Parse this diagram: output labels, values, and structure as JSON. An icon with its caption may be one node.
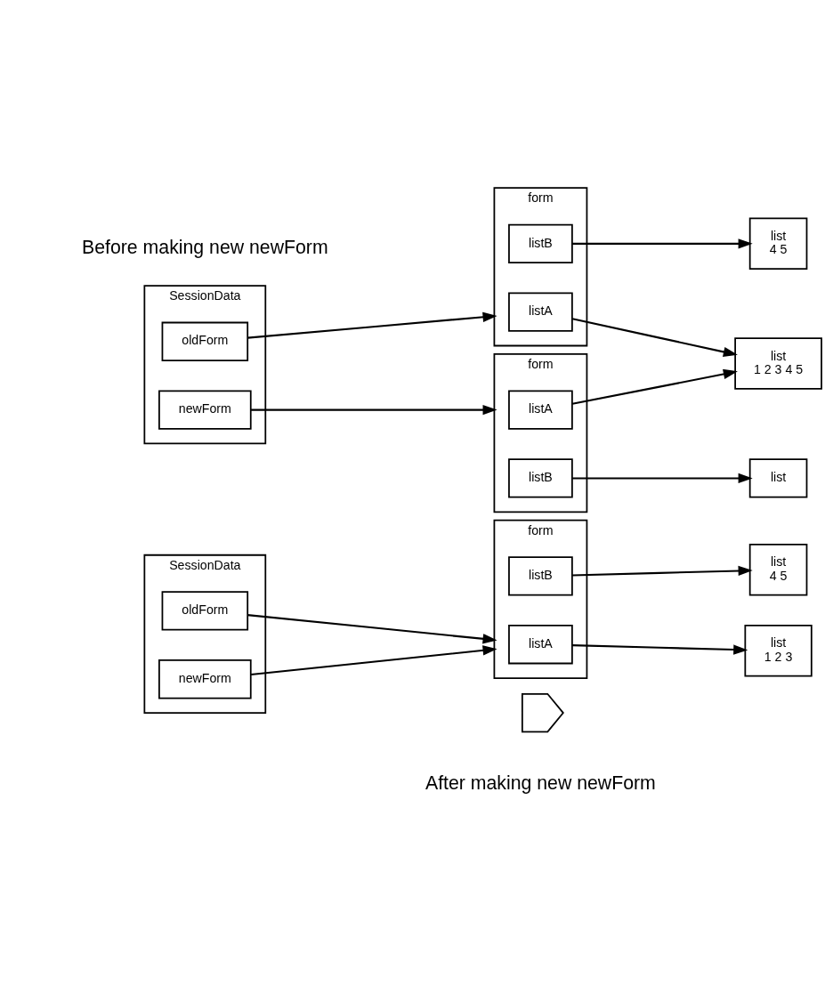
{
  "diagram": {
    "nodes": [
      {
        "text": [
          "SessionData"
        ]
      },
      {
        "text": [
          "oldForm"
        ],
        "in": 0
      },
      {
        "text": [
          "newForm"
        ],
        "in": 0
      },
      {
        "text": [
          "form"
        ]
      },
      {
        "text": [
          "listA"
        ],
        "in": 3
      },
      {
        "text": [
          "listB"
        ],
        "in": 3
      },
      {
        "text": [
          "list",
          "1 2 3"
        ]
      },
      {
        "text": [
          "list",
          "4 5"
        ]
      },
      {
        "text": [],
        "shape": "arrow"
      },
      {
        "text": [
          "SessionData"
        ]
      },
      {
        "text": [
          "oldForm"
        ],
        "in": 9
      },
      {
        "text": [
          "newForm"
        ],
        "in": 9
      },
      {
        "text": [
          "form"
        ]
      },
      {
        "text": [
          "listA"
        ],
        "in": 12
      },
      {
        "text": [
          "listB"
        ],
        "in": 12
      },
      {
        "text": [
          "list",
          "4 5"
        ]
      },
      {
        "text": [
          "list",
          "1 2 3 4 5"
        ]
      },
      {
        "text": [
          "form"
        ]
      },
      {
        "text": [
          "listA"
        ],
        "in": 17
      },
      {
        "text": [
          "listB"
        ],
        "in": 17
      },
      {
        "text": [
          "list"
        ]
      }
    ],
    "edges": [
      {
        "from": 1,
        "to": 3,
        "arrow": "to"
      },
      {
        "from": 2,
        "to": 3,
        "arrow": "to"
      },
      {
        "from": 4,
        "to": 6,
        "arrow": "to"
      },
      {
        "from": 5,
        "to": 7,
        "arrow": "to"
      },
      {
        "from": 10,
        "to": 12,
        "arrow": "to"
      },
      {
        "from": 11,
        "to": 17,
        "arrow": "to"
      },
      {
        "from": 13,
        "to": 16,
        "arrow": "to"
      },
      {
        "from": 14,
        "to": 15,
        "arrow": "to"
      },
      {
        "from": 18,
        "to": 16,
        "arrow": "to"
      },
      {
        "from": 19,
        "to": 20,
        "arrow": "to"
      }
    ],
    "labels": [
      "Before making new newForm",
      "After making new newForm"
    ]
  }
}
